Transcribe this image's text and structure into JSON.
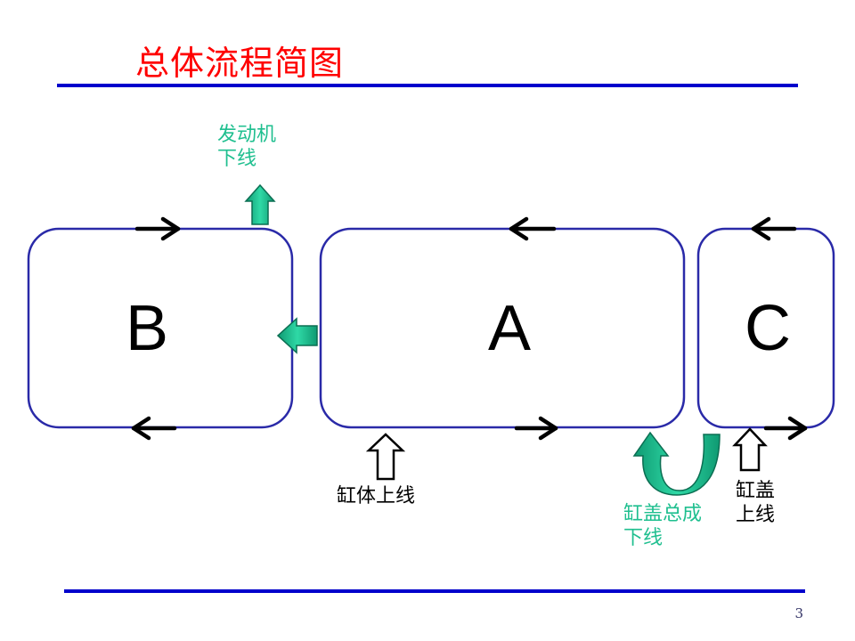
{
  "title": "总体流程简图",
  "page_number": "3",
  "boxes": {
    "b": "B",
    "a": "A",
    "c": "C"
  },
  "labels": {
    "engine_off": [
      "发动机",
      "下线"
    ],
    "block_on": "缸体上线",
    "head_assy_off": [
      "缸盖总成",
      "下线"
    ],
    "head_on": [
      "缸盖",
      "上线"
    ]
  },
  "colors": {
    "title": "#ff0000",
    "rule": "#0000cc",
    "box_border": "#2a2aa8",
    "arrow_green": "#1fbf8f"
  }
}
